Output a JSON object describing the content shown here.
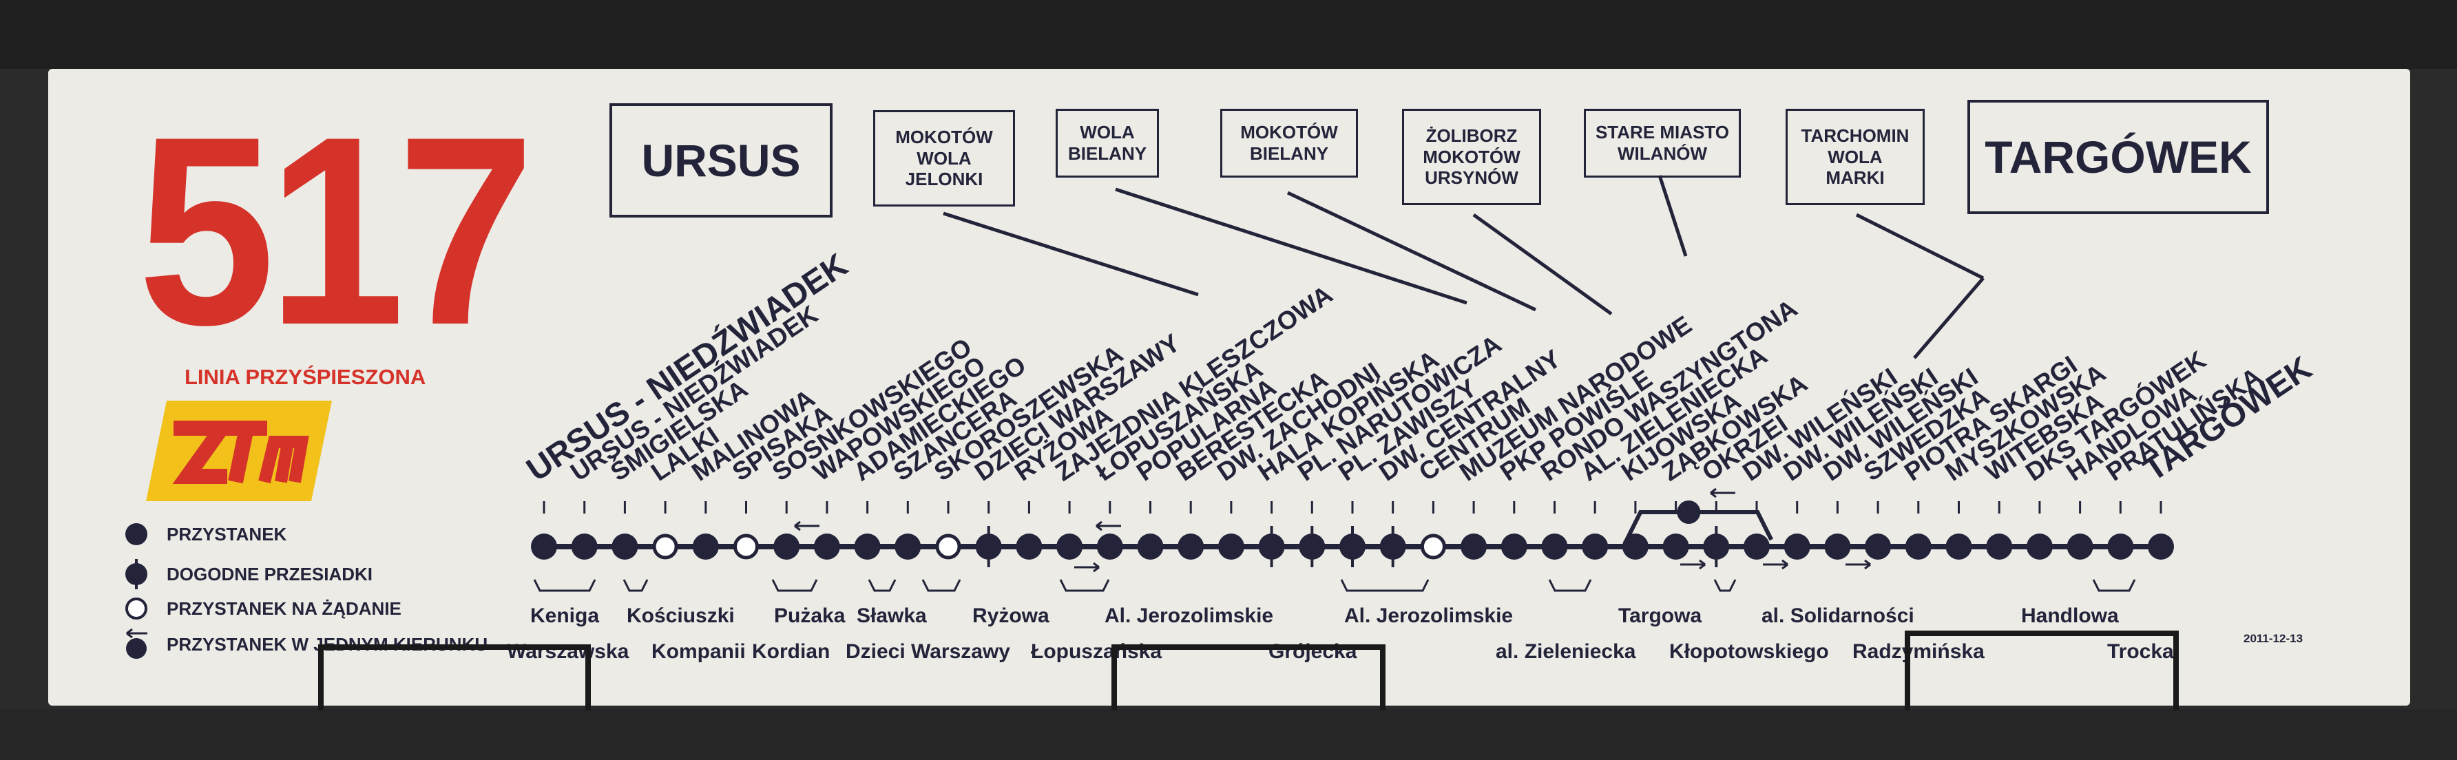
{
  "route": {
    "number": "517",
    "type_label": "LINIA PRZYŚPIESZONA",
    "logo_text": "ZTM"
  },
  "termini": {
    "start": "URSUS",
    "end": "TARGÓWEK"
  },
  "directions": [
    "MOKOTÓW\nWOLA\nJELONKI",
    "WOLA\nBIELANY",
    "MOKOTÓW\nBIELANY",
    "ŻOLIBORZ\nMOKOTÓW\nURSYNÓW",
    "STARE MIASTO\nWILANÓW",
    "TARCHOMIN\nWOLA\nMARKI"
  ],
  "stops": [
    {
      "name": "URSUS - NIEDŹWIADEK",
      "kind": "regular",
      "terminus": true
    },
    {
      "name": "URSUS - NIEDŹWIADEK",
      "kind": "regular"
    },
    {
      "name": "ŚMIGIELSKA",
      "kind": "regular"
    },
    {
      "name": "LALKI",
      "kind": "on_request"
    },
    {
      "name": "MALINOWA",
      "kind": "regular"
    },
    {
      "name": "SPISAKA",
      "kind": "on_request"
    },
    {
      "name": "SOSNKOWSKIEGO",
      "kind": "regular"
    },
    {
      "name": "WAPOWSKIEGO",
      "kind": "regular"
    },
    {
      "name": "ADAMIECKIEGO",
      "kind": "regular"
    },
    {
      "name": "SZANCERA",
      "kind": "regular"
    },
    {
      "name": "SKOROSZEWSKA",
      "kind": "on_request"
    },
    {
      "name": "DZIECI WARSZAWY",
      "kind": "transfer"
    },
    {
      "name": "RYŻOWA",
      "kind": "regular"
    },
    {
      "name": "ZAJEZDNIA KLESZCZOWA",
      "kind": "regular"
    },
    {
      "name": "ŁOPUSZAŃSKA",
      "kind": "regular"
    },
    {
      "name": "POPULARNA",
      "kind": "regular"
    },
    {
      "name": "BERESTECKA",
      "kind": "regular"
    },
    {
      "name": "DW. ZACHODNI",
      "kind": "regular"
    },
    {
      "name": "HALA KOPIŃSKA",
      "kind": "transfer"
    },
    {
      "name": "PL. NARUTOWICZA",
      "kind": "transfer"
    },
    {
      "name": "PL. ZAWISZY",
      "kind": "transfer"
    },
    {
      "name": "DW. CENTRALNY",
      "kind": "transfer"
    },
    {
      "name": "CENTRUM",
      "kind": "on_request"
    },
    {
      "name": "MUZEUM NARODOWE",
      "kind": "regular"
    },
    {
      "name": "PKP POWIŚLE",
      "kind": "regular"
    },
    {
      "name": "RONDO WASZYNGTONA",
      "kind": "regular"
    },
    {
      "name": "AL. ZIELENIECKA",
      "kind": "regular"
    },
    {
      "name": "KIJOWSKA",
      "kind": "regular"
    },
    {
      "name": "ZĄBKOWSKA",
      "kind": "regular"
    },
    {
      "name": "OKRZEI",
      "kind": "transfer"
    },
    {
      "name": "DW. WILEŃSKI",
      "kind": "regular"
    },
    {
      "name": "DW. WILEŃSKI",
      "kind": "regular"
    },
    {
      "name": "DW. WILEŃSKI",
      "kind": "regular"
    },
    {
      "name": "SZWEDZKA",
      "kind": "regular"
    },
    {
      "name": "PIOTRA SKARGI",
      "kind": "regular"
    },
    {
      "name": "MYSZKOWSKA",
      "kind": "regular"
    },
    {
      "name": "WITEBSKA",
      "kind": "regular"
    },
    {
      "name": "DKS TARGÓWEK",
      "kind": "regular"
    },
    {
      "name": "HANDLOWA",
      "kind": "regular"
    },
    {
      "name": "PRATULIŃSKA",
      "kind": "regular"
    },
    {
      "name": "TARGÓWEK",
      "kind": "regular",
      "terminus": true
    }
  ],
  "streets": [
    {
      "name": "Keniga",
      "row": "upper"
    },
    {
      "name": "Kościuszki",
      "row": "upper"
    },
    {
      "name": "Pużaka",
      "row": "upper"
    },
    {
      "name": "Sławka",
      "row": "upper"
    },
    {
      "name": "Ryżowa",
      "row": "upper"
    },
    {
      "name": "Al. Jerozolimskie",
      "row": "upper"
    },
    {
      "name": "Al. Jerozolimskie",
      "row": "upper"
    },
    {
      "name": "Targowa",
      "row": "upper"
    },
    {
      "name": "al. Solidarności",
      "row": "upper"
    },
    {
      "name": "Handlowa",
      "row": "upper"
    },
    {
      "name": "Warszawska",
      "row": "lower"
    },
    {
      "name": "Kompanii",
      "row": "lower"
    },
    {
      "name": "Kordian",
      "row": "lower"
    },
    {
      "name": "Dzieci Warszawy",
      "row": "lower"
    },
    {
      "name": "Łopuszańska",
      "row": "lower"
    },
    {
      "name": "Grójecka",
      "row": "lower"
    },
    {
      "name": "al. Zieleniecka",
      "row": "lower"
    },
    {
      "name": "Kłopotowskiego",
      "row": "lower"
    },
    {
      "name": "Radzymińska",
      "row": "lower"
    },
    {
      "name": "Trocka",
      "row": "lower"
    }
  ],
  "legend": [
    {
      "icon": "filled-dot-icon",
      "label": "PRZYSTANEK"
    },
    {
      "icon": "transfer-dot-icon",
      "label": "DOGODNE PRZESIADKI"
    },
    {
      "icon": "open-dot-icon",
      "label": "PRZYSTANEK NA ŻĄDANIE"
    },
    {
      "icon": "one-way-dot-icon",
      "label": "PRZYSTANEK W JEDNYM KIERUNKU"
    }
  ],
  "date": "2011-12-13",
  "colors": {
    "board": "#ecebe6",
    "ink": "#23243a",
    "accent": "#d5322a",
    "logo_yellow": "#f2c21b",
    "frame": "#2b2b2b"
  }
}
